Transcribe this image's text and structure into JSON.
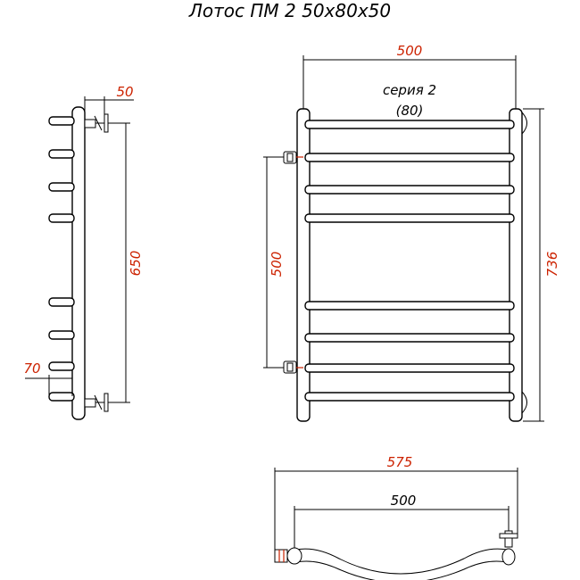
{
  "title": "Лотос ПМ 2 50х80х50",
  "side_view": {
    "dim_wall_offset": "50",
    "dim_height": "650",
    "dim_bottom_offset": "70"
  },
  "front_view": {
    "dim_width": "500",
    "dim_connection": "500",
    "dim_height": "736",
    "series_label": "серия 2",
    "series_sub": "(80)"
  },
  "top_view": {
    "dim_overall": "575",
    "dim_connection": "500"
  },
  "colors": {
    "dimension_accent": "#cc2200",
    "line": "#000000"
  }
}
